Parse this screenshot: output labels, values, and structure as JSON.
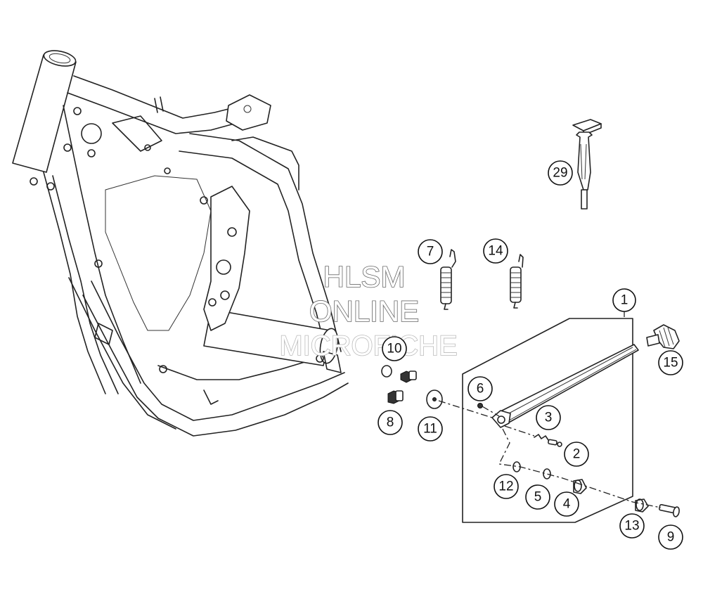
{
  "watermark": {
    "line1": "HLSM",
    "line2": "ONLINE",
    "line3": "MICROFICHE"
  },
  "callouts": [
    {
      "id": "c1",
      "label": "1"
    },
    {
      "id": "c2",
      "label": "2"
    },
    {
      "id": "c3",
      "label": "3"
    },
    {
      "id": "c4",
      "label": "4"
    },
    {
      "id": "c5",
      "label": "5"
    },
    {
      "id": "c6",
      "label": "6"
    },
    {
      "id": "c7",
      "label": "7"
    },
    {
      "id": "c8",
      "label": "8"
    },
    {
      "id": "c9",
      "label": "9"
    },
    {
      "id": "c10",
      "label": "10"
    },
    {
      "id": "c11",
      "label": "11"
    },
    {
      "id": "c12",
      "label": "12"
    },
    {
      "id": "c13",
      "label": "13"
    },
    {
      "id": "c14",
      "label": "14"
    },
    {
      "id": "c15",
      "label": "15"
    },
    {
      "id": "c29",
      "label": "29"
    }
  ]
}
